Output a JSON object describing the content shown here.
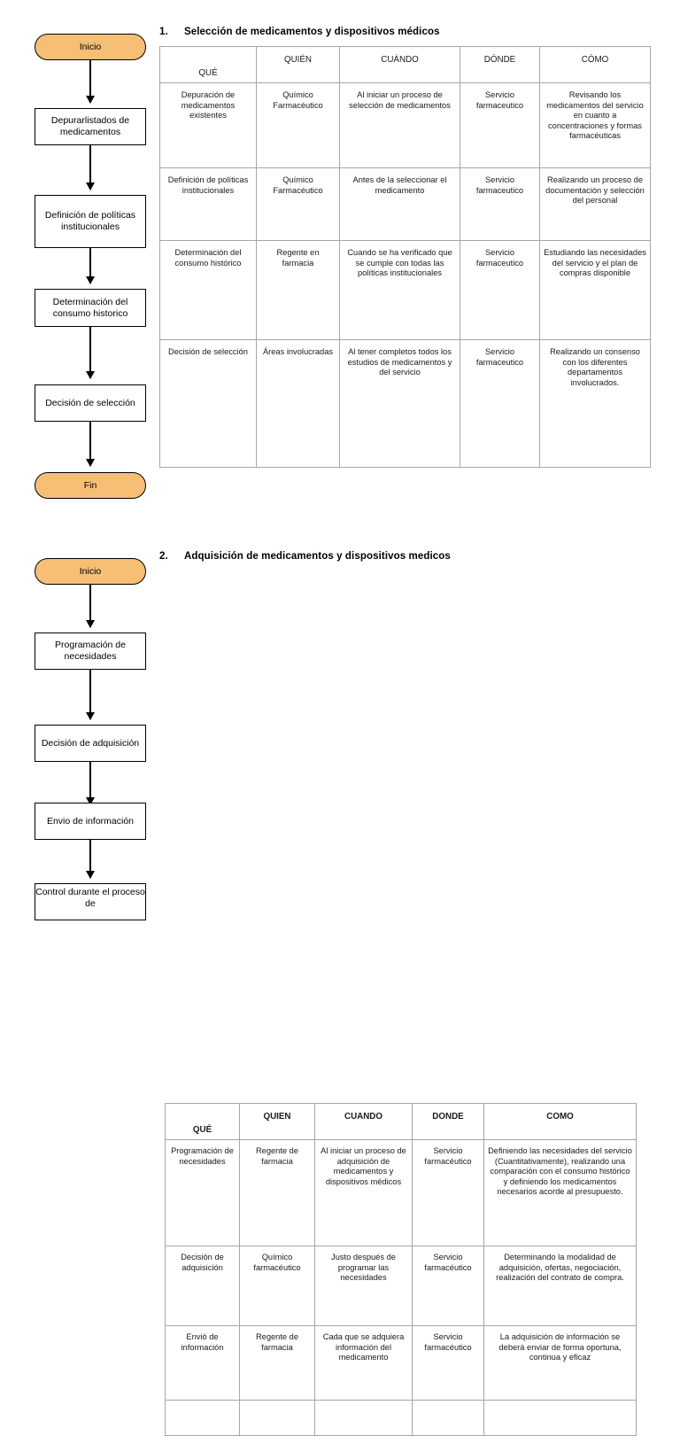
{
  "sections": [
    {
      "number": "1.",
      "title": "Selección de medicamentos y dispositivos médicos",
      "flow": {
        "start_label": "Inicio",
        "end_label": "Fin",
        "steps": [
          "Depurarlistados de medicamentos",
          "Definición de políticas institucionales",
          "Determinación del consumo historico",
          "Decisión de selección"
        ]
      },
      "table": {
        "headers": [
          "QUÉ",
          "QUIÉN",
          "CUÁNDO",
          "DÓNDE",
          "CÓMO"
        ],
        "rows": [
          {
            "que": "Depuración de medicamentos existentes",
            "quien": "Químico Farmacéutico",
            "cuando": "Al iniciar un proceso de selección de medicamentos",
            "donde": "Servicio farmaceutico",
            "como": "Revisando los medicamentos del servicio en cuanto a concentraciones y formas farmacéuticas"
          },
          {
            "que": "Definición de políticas institucionales",
            "quien": "Químico Farmacéutico",
            "cuando": "Antes de la seleccionar el medicamento",
            "donde": "Servicio farmaceutico",
            "como": "Realizando un proceso de documentación y selección del personal"
          },
          {
            "que": "Determinación del consumo histórico",
            "quien": "Regente en farmacia",
            "cuando": "Cuando se ha verificado que se cumple con todas las políticas institucionales",
            "donde": "Servicio farmaceutico",
            "como": "Estudiando las necesidades del servicio y el plan de compras disponible"
          },
          {
            "que": "Decisión de selección",
            "quien": "Áreas involucradas",
            "cuando": "Al tener completos todos los estudios de medicamentos y del servicio",
            "donde": "Servicio farmaceutico",
            "como": "Realizando un consenso con los diferentes departamentos involucrados."
          }
        ]
      }
    },
    {
      "number": "2.",
      "title": "Adquisición de medicamentos y dispositivos medicos",
      "flow": {
        "start_label": "Inicio",
        "steps": [
          "Programación de necesidades",
          "Decisión de adquisición",
          "Envio de información",
          "Control durante el proceso de"
        ]
      },
      "table": {
        "headers": [
          "QUÉ",
          "QUIEN",
          "CUANDO",
          "DONDE",
          "COMO"
        ],
        "rows": [
          {
            "que": "Programación de necesidades",
            "quien": "Regente de farmacia",
            "cuando": "Al iniciar un proceso de adquisición de medicamentos y dispositivos médicos",
            "donde": "Servicio farmacéutico",
            "como": "Definiendo las necesidades del servicio (Cuantitativamente), realizando una comparación con el consumo histórico y definiendo los medicamentos necesarios acorde al presupuesto."
          },
          {
            "que": "Decisión de adquisición",
            "quien": "Químico farmacéutico",
            "cuando": "Justo después de programar las necesidades",
            "donde": "Servicio farmacéutico",
            "como": "Determinando la modalidad de adquisición, ofertas, negociación, realización del contrato de compra."
          },
          {
            "que": "Envió de información",
            "quien": "Regente de farmacia",
            "cuando": "Cada que se adquiera información del medicamento",
            "donde": "Servicio farmacéutico",
            "como": "La adquisición de información se deberá enviar de forma oportuna, continua y eficaz"
          },
          {
            "que": "",
            "quien": "",
            "cuando": "",
            "donde": "",
            "como": ""
          }
        ]
      }
    }
  ],
  "colors": {
    "terminator_fill": "#F7BE76",
    "node_border": "#000000",
    "table_border": "#a6a6a6",
    "text": "#1a1a1a"
  }
}
